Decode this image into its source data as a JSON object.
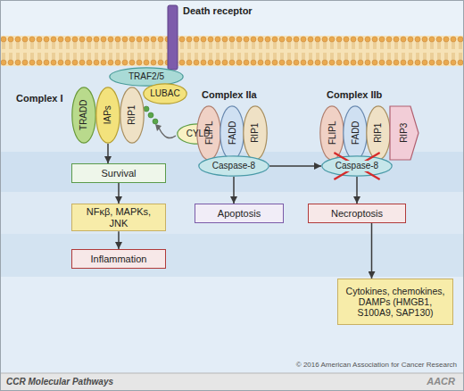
{
  "diagram": {
    "nodes": [
      {
        "text": [
          "TRAF2/5"
        ]
      },
      {
        "text": [
          "TRADD"
        ]
      },
      {
        "text": [
          "IAPs"
        ]
      },
      {
        "text": [
          "RIP1"
        ]
      },
      {
        "text": [
          "LUBAC"
        ]
      },
      {
        "text": [
          "CYLD"
        ]
      },
      {
        "text": [
          "Survival"
        ]
      },
      {
        "text": [
          "NFκβ, MAPKs, JNK"
        ]
      },
      {
        "text": [
          "Inflammation"
        ]
      },
      {
        "text": [
          "FLIPL"
        ]
      },
      {
        "text": [
          "FADD"
        ]
      },
      {
        "text": [
          "RIP1"
        ]
      },
      {
        "text": [
          "Caspase-8"
        ]
      },
      {
        "text": [
          "Apoptosis"
        ]
      },
      {
        "text": [
          "FLIPL"
        ]
      },
      {
        "text": [
          "FADD"
        ]
      },
      {
        "text": [
          "RIP1"
        ]
      },
      {
        "text": [
          "RIP3"
        ]
      },
      {
        "text": [
          "Caspase-8"
        ]
      },
      {
        "text": [
          "Necroptosis"
        ]
      },
      {
        "text": [
          "Cytokines, chemokines, DAMPs (HMGB1, S100A9, SAP130)"
        ]
      }
    ],
    "edges": [
      {
        "from": 2,
        "to": 6,
        "arrow": "to"
      },
      {
        "from": 6,
        "to": 7,
        "arrow": "to"
      },
      {
        "from": 7,
        "to": 8,
        "arrow": "to"
      },
      {
        "from": 12,
        "to": 13,
        "arrow": "to"
      },
      {
        "from": 12,
        "to": 18,
        "arrow": "to"
      },
      {
        "from": 18,
        "to": 19,
        "arrow": "to"
      },
      {
        "from": 19,
        "to": 20,
        "arrow": "to"
      }
    ],
    "labels": [
      "Death receptor",
      "Complex I",
      "Complex IIa",
      "Complex IIb",
      "© 2016 American Association for Cancer Research",
      "CCR Molecular Pathways",
      "AACR"
    ]
  }
}
